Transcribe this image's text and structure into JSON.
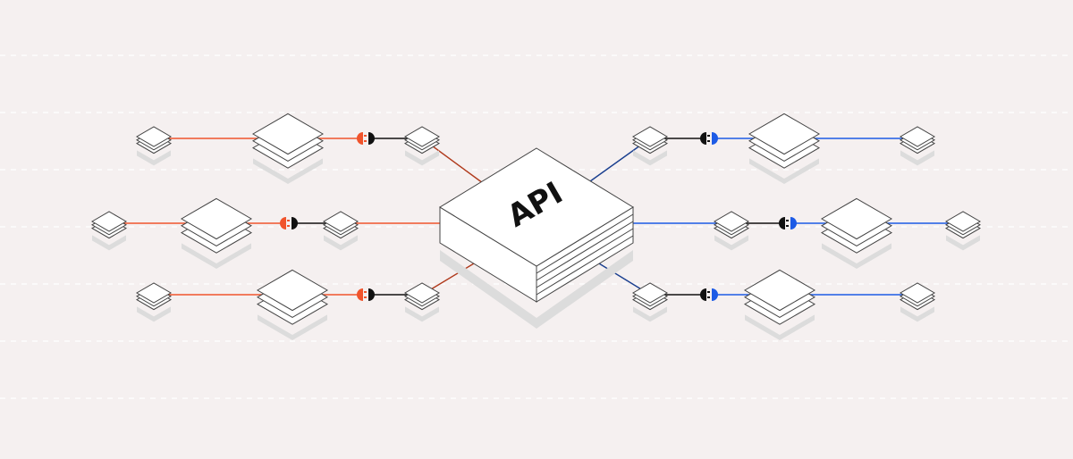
{
  "hub": {
    "label": "API"
  },
  "colors": {
    "background": "#f5f0f0",
    "dashed_guides": "#ffffff",
    "left_accent": "#f0542c",
    "left_link": "#b03a1c",
    "right_accent": "#1d5be6",
    "right_link": "#1a3f8f",
    "plug_dark": "#111111",
    "tile_fill": "#ffffff",
    "tile_stroke": "#444444",
    "shadow": "#dcdcdc"
  },
  "connectors": {
    "left": [
      "orange-plug",
      "orange-plug",
      "orange-plug"
    ],
    "right": [
      "blue-plug",
      "blue-plug",
      "blue-plug"
    ]
  }
}
